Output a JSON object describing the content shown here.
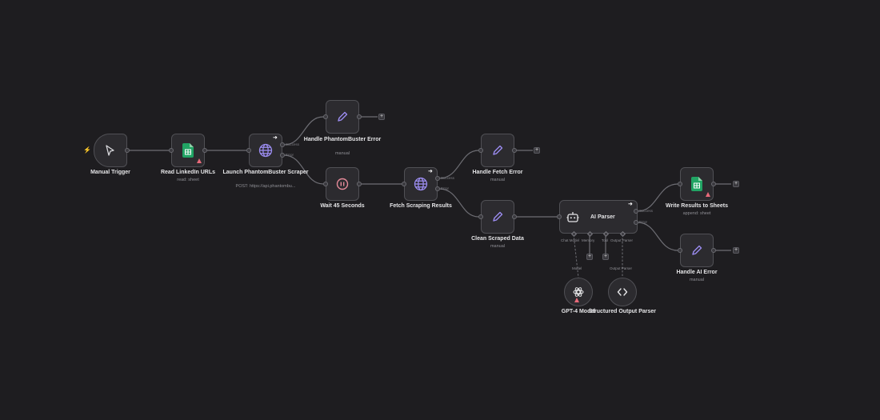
{
  "nodes": {
    "manual_trigger": {
      "label": "Manual Trigger"
    },
    "read_linkedin": {
      "label": "Read LinkedIn URLs",
      "sub": "read: sheet"
    },
    "launch_phantom": {
      "label": "Launch PhantomBuster Scraper",
      "sub": "POST: https://api.phantombu..."
    },
    "handle_phantom_error": {
      "label": "Handle PhantomBuster Error",
      "sub": "manual"
    },
    "wait_45": {
      "label": "Wait 45 Seconds"
    },
    "fetch_results": {
      "label": "Fetch Scraping Results"
    },
    "handle_fetch_error": {
      "label": "Handle Fetch Error",
      "sub": "manual"
    },
    "clean_data": {
      "label": "Clean Scraped Data",
      "sub": "manual"
    },
    "ai_parser": {
      "label": "AI Parser"
    },
    "write_results": {
      "label": "Write Results to Sheets",
      "sub": "append: sheet"
    },
    "handle_ai_error": {
      "label": "Handle AI Error",
      "sub": "manual"
    },
    "gpt4": {
      "label": "GPT-4 Model"
    },
    "structured_parser": {
      "label": "Structured Output Parser"
    }
  },
  "edge_labels": {
    "success": "Success",
    "error": "Error"
  },
  "ai_ports": {
    "chat_model": "Chat Model",
    "memory": "Memory",
    "tool": "Tool",
    "output_parser": "Output Parser"
  },
  "sub_labels": {
    "model": "Model",
    "output_parser": "Output Parser"
  },
  "colors": {
    "background": "#1e1d20",
    "node": "#2c2b2f",
    "edit_icon": "#9b8cf0",
    "globe_icon": "#9b8cf0",
    "sheets_icon": "#21a464",
    "wait_icon": "#e58a99",
    "warning": "#e86a7a"
  }
}
